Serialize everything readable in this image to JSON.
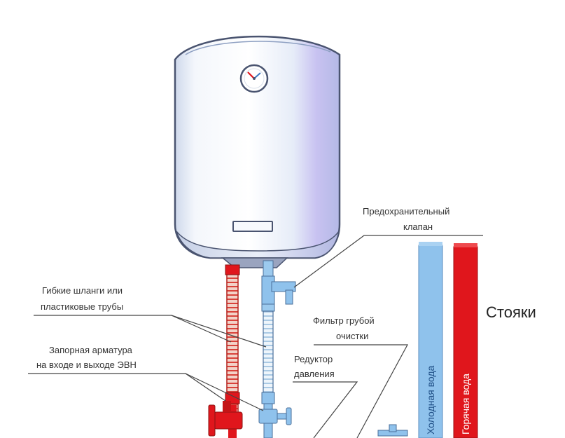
{
  "labels": {
    "safety_valve_line1": "Предохранительный",
    "safety_valve_line2": "клапан",
    "hoses_line1": "Гибкие шланги или",
    "hoses_line2": "пластиковые трубы",
    "shutoff_line1": "Запорная арматура",
    "shutoff_line2": "на входе и выходе ЭВН",
    "coarse_filter_line1": "Фильтр грубой",
    "coarse_filter_line2": "очистки",
    "pressure_reducer_line1": "Редуктор",
    "pressure_reducer_line2": "давления",
    "risers": "Стояки",
    "cold_water": "Холодная вода",
    "hot_water": "Горячая вода"
  },
  "colors": {
    "hot": "#e0161c",
    "cold": "#8fc2ec",
    "tank_body": "#e8eef8",
    "tank_accent": "#b9b3ee"
  }
}
